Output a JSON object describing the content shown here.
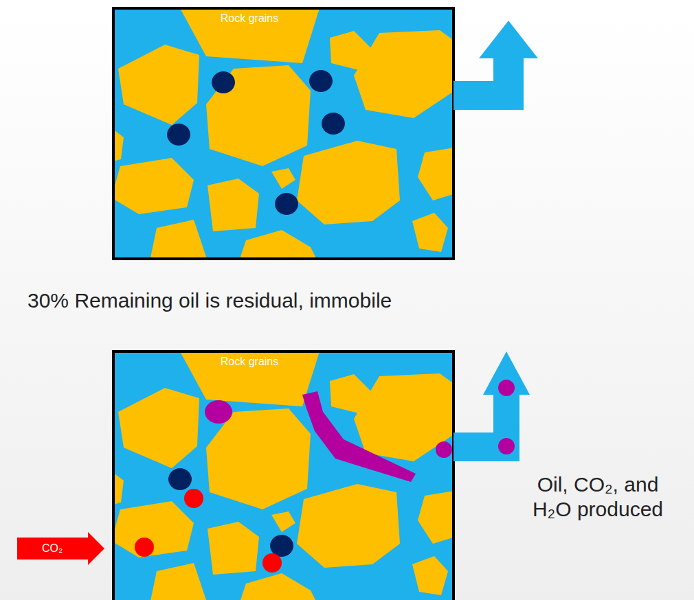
{
  "diagram": {
    "labels": [
      "Rock grains",
      "30% Remaining oil is residual, immobile",
      "Rock grains",
      "CO₂",
      "Oil, CO₂, and H₂O produced"
    ]
  }
}
